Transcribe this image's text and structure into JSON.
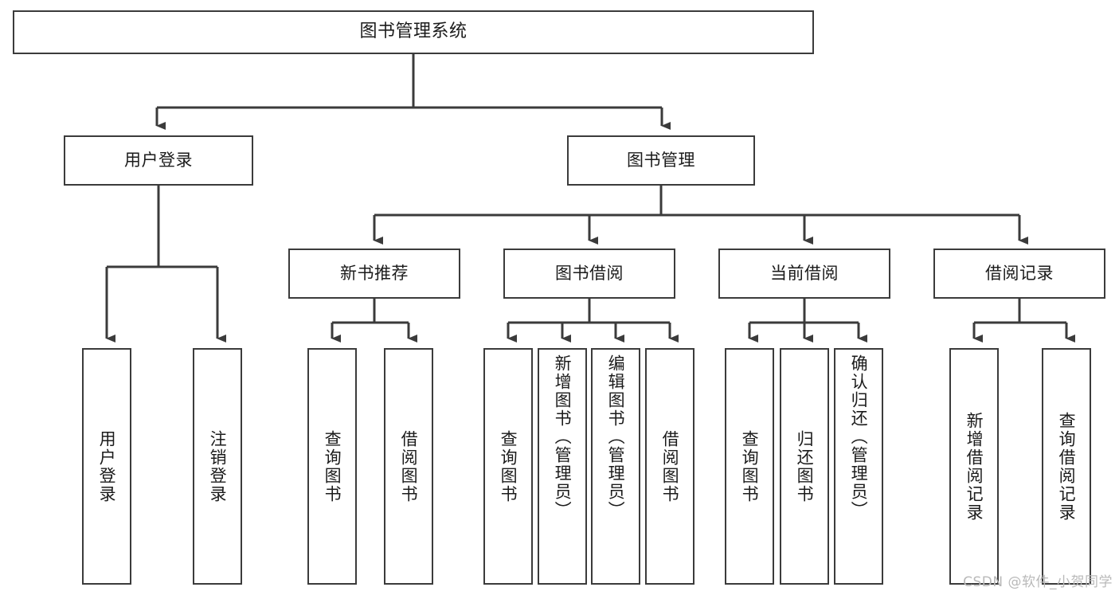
{
  "diagram": {
    "title": "图书管理系统",
    "type": "tree-hierarchy",
    "colors": {
      "background": "#ffffff",
      "box_border": "#3b3b3b",
      "box_fill": "#ffffff",
      "edge": "#3b3b3b",
      "text": "#1b1b1b",
      "watermark": "#b9b9b9"
    },
    "root": {
      "label": "图书管理系统"
    },
    "level2": [
      {
        "label": "用户登录"
      },
      {
        "label": "图书管理"
      }
    ],
    "level3": [
      {
        "label": "新书推荐"
      },
      {
        "label": "图书借阅"
      },
      {
        "label": "当前借阅"
      },
      {
        "label": "借阅记录"
      }
    ],
    "leaves": {
      "user_login": [
        {
          "label": "用户登录"
        },
        {
          "label": "注销登录"
        }
      ],
      "new_book_recommend": [
        {
          "label": "查询图书"
        },
        {
          "label": "借阅图书"
        }
      ],
      "book_borrow": [
        {
          "label": "查询图书"
        },
        {
          "label": "新增图书（管理员）"
        },
        {
          "label": "编辑图书（管理员）"
        },
        {
          "label": "借阅图书"
        }
      ],
      "current_borrow": [
        {
          "label": "查询图书"
        },
        {
          "label": "归还图书"
        },
        {
          "label": "确认归还（管理员）"
        }
      ],
      "borrow_records": [
        {
          "label": "新增借阅记录"
        },
        {
          "label": "查询借阅记录"
        }
      ]
    }
  },
  "watermark": {
    "text": "CSDN @软件_小贺同学"
  }
}
